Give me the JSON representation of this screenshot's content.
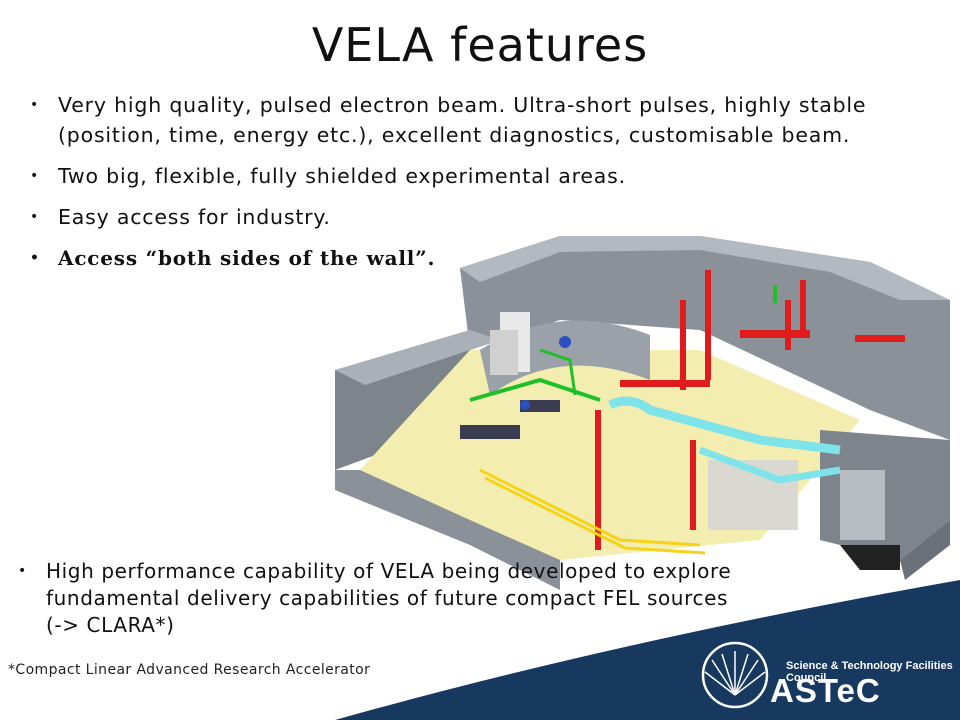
{
  "slide": {
    "title": "VELA features",
    "bullets": [
      "Very high quality, pulsed electron beam. Ultra-short pulses, highly stable (position, time, energy etc.), excellent diagnostics, customisable beam.",
      "Two big, flexible, fully shielded experimental areas.",
      "Easy access for industry.",
      "Access “both sides of the wall”."
    ],
    "bottom_bullet": "High performance capability of VELA being developed to explore fundamental delivery capabilities of future compact FEL sources (-> CLARA*)",
    "footnote": "*Compact Linear Advanced Research Accelerator",
    "bullet_glyph": "•"
  },
  "footer": {
    "council": "Science & Technology Facilities Council",
    "logo": "ASTeC",
    "band_color": "#17385f",
    "icon": "stfc-sunburst-icon"
  },
  "illustration": {
    "icon": "facility-3d-model",
    "colors": {
      "wall": "#8c939b",
      "floor": "#f4efb0",
      "pipe_red": "#e01b1b",
      "pipe_cyan": "#7fe3ea",
      "green": "#1fbf2a"
    }
  }
}
